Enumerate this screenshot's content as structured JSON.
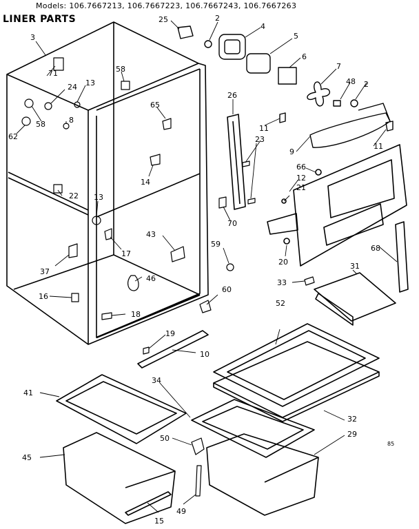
{
  "header": {
    "models": "Models: 106.7667213, 106.7667223, 106.7667243, 106.7667263",
    "title": "LINER PARTS",
    "corner_code": "85"
  },
  "labels": [
    "25",
    "2",
    "4",
    "5",
    "6",
    "7",
    "48",
    "2",
    "3",
    "71",
    "24",
    "13",
    "58",
    "8",
    "62",
    "58",
    "65",
    "26",
    "23",
    "11",
    "11",
    "9",
    "66",
    "12",
    "21",
    "22",
    "13",
    "14",
    "70",
    "20",
    "68",
    "31",
    "43",
    "59",
    "60",
    "33",
    "37",
    "17",
    "46",
    "16",
    "18",
    "19",
    "10",
    "52",
    "34",
    "41",
    "32",
    "29",
    "50",
    "45",
    "49",
    "15"
  ]
}
